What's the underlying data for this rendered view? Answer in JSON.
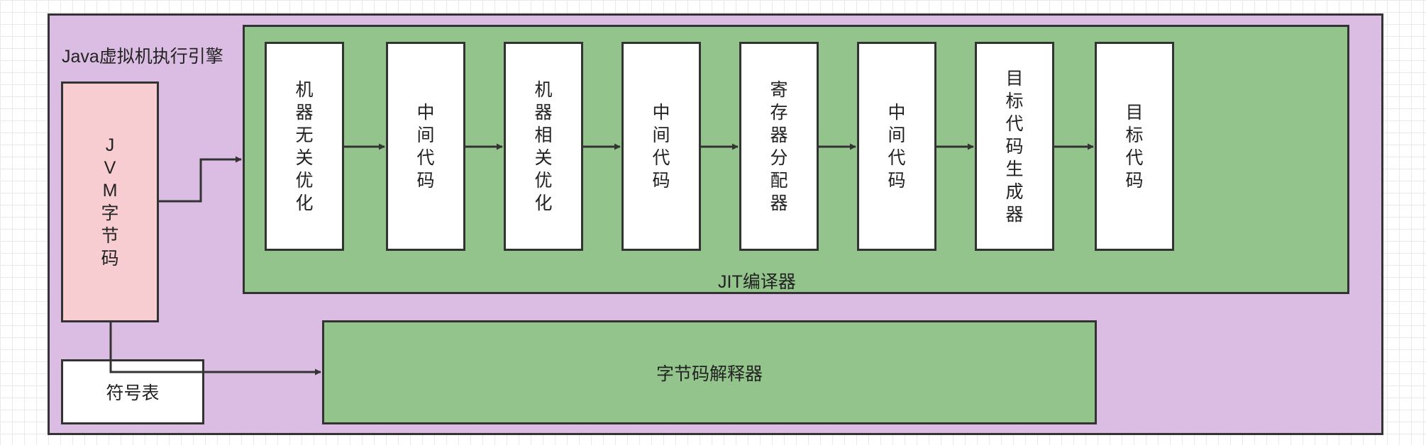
{
  "outer": {
    "label": "Java虚拟机执行引擎"
  },
  "jit": {
    "label": "JIT编译器",
    "stages": [
      "机器无关优化",
      "中间代码",
      "机器相关优化",
      "中间代码",
      "寄存器分配器",
      "中间代码",
      "目标代码生成器",
      "目标代码"
    ]
  },
  "jvm_bytecode": {
    "label": "JVM字节码"
  },
  "symbol_table": {
    "label": "符号表"
  },
  "interpreter": {
    "label": "字节码解释器"
  },
  "colors": {
    "outer_fill": "#dbbde3",
    "jit_fill": "#93c48b",
    "jvm_fill": "#f7cdd2",
    "stroke": "#333333"
  }
}
